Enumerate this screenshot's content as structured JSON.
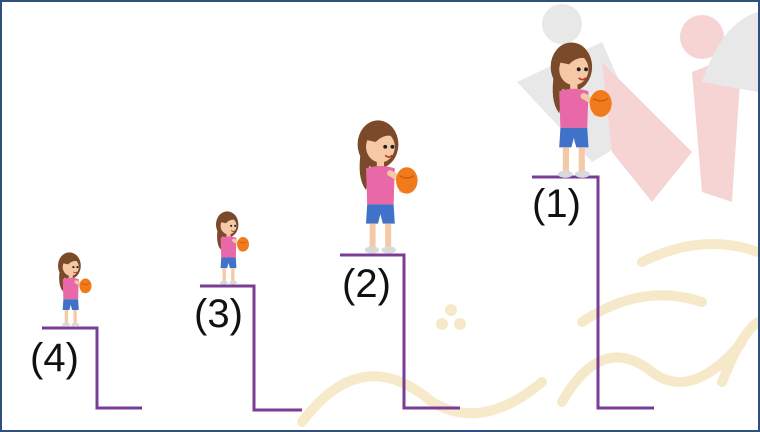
{
  "steps": [
    {
      "id": 1,
      "label": "(1)"
    },
    {
      "id": 2,
      "label": "(2)"
    },
    {
      "id": 3,
      "label": "(3)"
    },
    {
      "id": 4,
      "label": "(4)"
    }
  ],
  "colors": {
    "border": "#2f4f7f",
    "step_line": "#7a3d96",
    "shirt": "#e868a8",
    "shorts": "#3f72c8",
    "hair": "#7a4a2a",
    "ball": "#f07a1c",
    "skin": "#f5c9a6",
    "watermark_gold": "#e8c36a",
    "watermark_red": "#d94040",
    "watermark_gray": "#9a9a9a"
  }
}
